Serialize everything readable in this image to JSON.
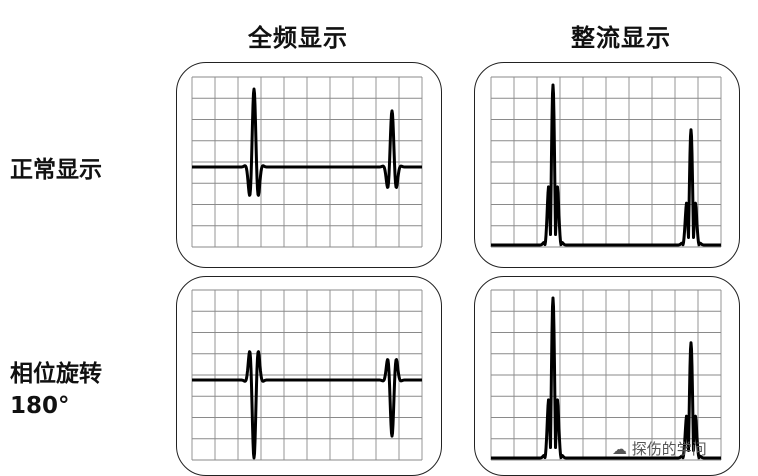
{
  "columns": {
    "full": "全频显示",
    "rectified": "整流显示"
  },
  "rows": {
    "normal": "正常显示",
    "rotated_line1": "相位旋转",
    "rotated_line2": "180°"
  },
  "watermark": "☁ 探伤的学问",
  "panels": [
    {
      "name": "full-normal",
      "mode": "full",
      "phase": 0
    },
    {
      "name": "rectified-normal",
      "mode": "rectified",
      "phase": 0
    },
    {
      "name": "full-rotated",
      "mode": "full",
      "phase": 180
    },
    {
      "name": "rectified-rotated",
      "mode": "rectified",
      "phase": 180
    }
  ]
}
